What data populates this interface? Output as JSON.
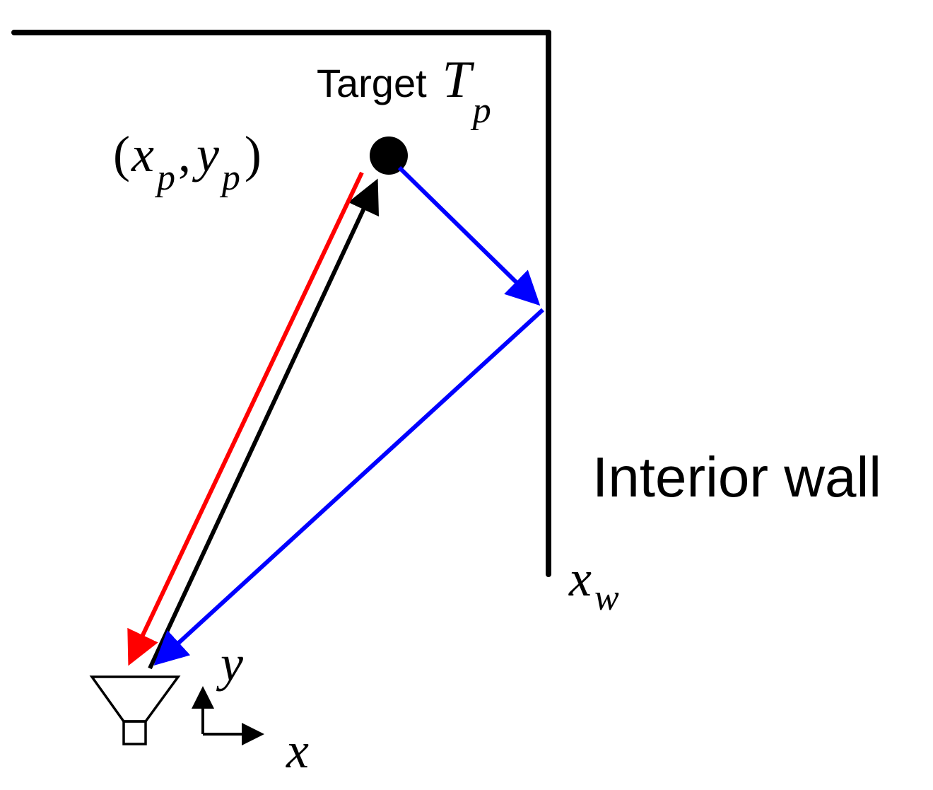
{
  "labels": {
    "target_word": "Target",
    "target_symbol": "T",
    "target_subscript": "p",
    "coord_open": "(",
    "coord_x": "x",
    "coord_x_sub": "p",
    "coord_comma": ",",
    "coord_y": "y",
    "coord_y_sub": "p",
    "coord_close": ")",
    "wall_label": "Interior wall",
    "wall_pos_symbol": "x",
    "wall_pos_subscript": "w",
    "axis_x": "x",
    "axis_y": "y"
  },
  "colors": {
    "wall": "#000000",
    "direct_incident": "#000000",
    "direct_return": "#ff0000",
    "multipath": "#0000ff",
    "target": "#000000"
  }
}
